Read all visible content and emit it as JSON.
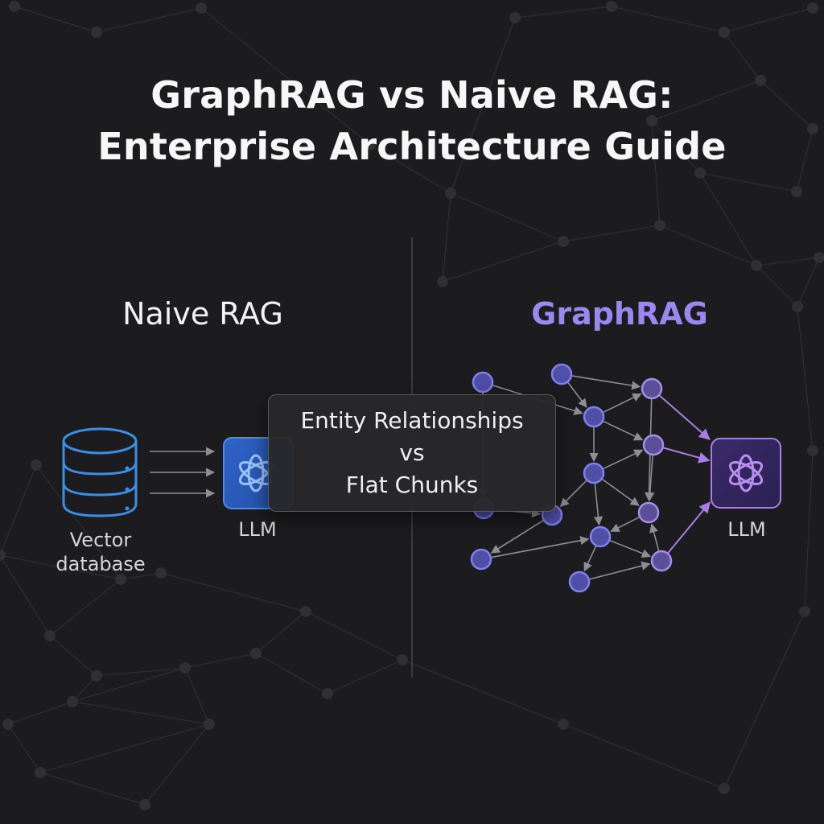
{
  "title": {
    "line1": "GraphRAG vs Naive RAG:",
    "line2": "Enterprise Architecture Guide"
  },
  "naive": {
    "heading": "Naive RAG",
    "database_caption_line1": "Vector",
    "database_caption_line2": "database",
    "llm_caption": "LLM",
    "icons": [
      "database-icon",
      "llm-logo-icon"
    ],
    "accent_color": "#3a8fe8"
  },
  "graph": {
    "heading": "GraphRAG",
    "llm_caption": "LLM",
    "icons": [
      "knowledge-graph-icon",
      "llm-logo-icon"
    ],
    "accent_color": "#9a87f0"
  },
  "callout": {
    "line1": "Entity Relationships",
    "line2": "vs",
    "line3": "Flat Chunks"
  },
  "colors": {
    "background": "#1c1c1e",
    "naive_accent": "#3a8fe8",
    "graph_node": "#6a62d8",
    "graph_accent": "#a77ee6"
  }
}
